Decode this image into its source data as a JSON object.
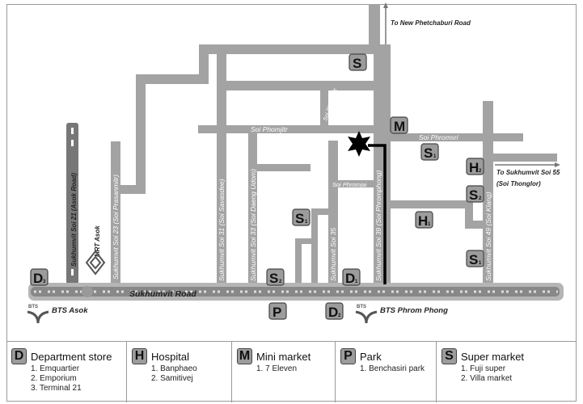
{
  "roads": {
    "main": "Sukhumvit Road",
    "asok": "Sukhumvit Soi 21 (Asok Road)",
    "soi23": "Sukhumvit Soi 23 (Soi Prasanmitr)",
    "soi31": "Sukhumvit Soi 31 (Soi Savasdee)",
    "soi33": "Sukhumvit Soi 33 (Soi Daeng Udom)",
    "soi35": "Sukhumvit Soi 35",
    "soi39": "Sukhumvit Soi 39 (Soi Phromphong)",
    "soi49": "Sukhumvit Soi 49 (Soi Klang)",
    "phomjitr": "Soi Phomjitr",
    "phommitr": "Soi Phommitr",
    "phromjai": "Soi Phromjai",
    "phromsri": "Soi Phromsri"
  },
  "directions": {
    "north": "To New Phetchaburi Road",
    "east_1": "To Sukhumvit Soi 55",
    "east_2": "(Soi Thonglor)"
  },
  "stations": {
    "mrt": "MRT Asok",
    "bts_asok": "BTS Asok",
    "bts_phromphong": "BTS Phrom Phong",
    "bts_logo": "BTS"
  },
  "markers": [
    {
      "letter": "S",
      "sub": ""
    },
    {
      "letter": "M",
      "sub": ""
    },
    {
      "letter": "S",
      "sub": "1"
    },
    {
      "letter": "H",
      "sub": "2"
    },
    {
      "letter": "S",
      "sub": "2"
    },
    {
      "letter": "H",
      "sub": "1"
    },
    {
      "letter": "S",
      "sub": "1"
    },
    {
      "letter": "S",
      "sub": "1"
    },
    {
      "letter": "S",
      "sub": "2"
    },
    {
      "letter": "D",
      "sub": "1"
    },
    {
      "letter": "D",
      "sub": "3"
    },
    {
      "letter": "P",
      "sub": ""
    },
    {
      "letter": "D",
      "sub": "2"
    }
  ],
  "legend": [
    {
      "letter": "D",
      "title": "Department store",
      "items": [
        "1. Emquartier",
        "2. Emporium",
        "3. Terminal 21"
      ]
    },
    {
      "letter": "H",
      "title": "Hospital",
      "items": [
        "1. Banphaeo",
        "2. Samitivej"
      ]
    },
    {
      "letter": "M",
      "title": "Mini market",
      "items": [
        "1. 7 Eleven"
      ]
    },
    {
      "letter": "P",
      "title": "Park",
      "items": [
        "1. Benchasiri park"
      ]
    },
    {
      "letter": "S",
      "title": "Super market",
      "items": [
        "1. Fuji super",
        "2. Villa market"
      ]
    }
  ]
}
